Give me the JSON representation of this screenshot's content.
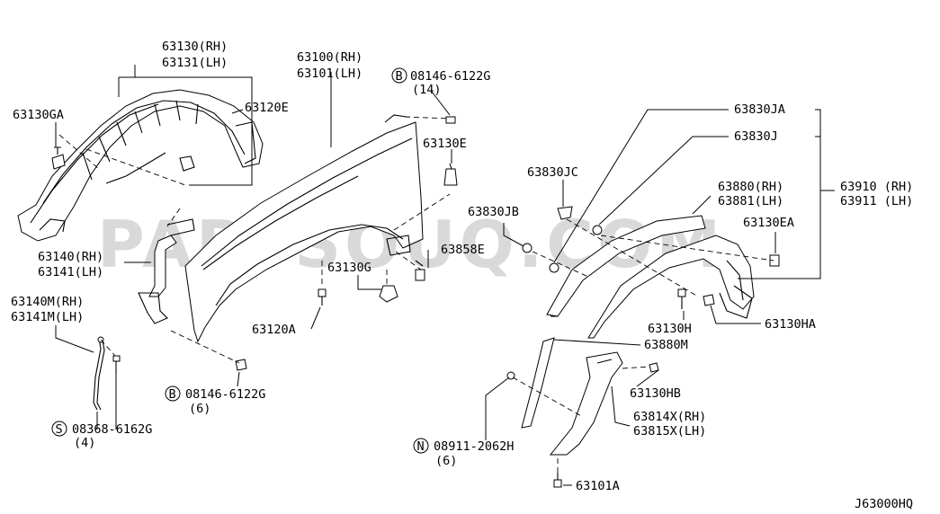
{
  "watermark": "PARTSOUQ.COM",
  "diagram_code": "J63000HQ",
  "labels": {
    "p63130": "63130(RH)",
    "p63131": "63131(LH)",
    "p63100": "63100(RH)",
    "p63101": "63101(LH)",
    "b08146_top": "08146-6122G",
    "b08146_top_qty": "(14)",
    "b_mark": "B",
    "p63120E": "63120E",
    "p63130GA": "63130GA",
    "p63130E": "63130E",
    "p63140": "63140(RH)",
    "p63141": "63141(LH)",
    "p63140M": "63140M(RH)",
    "p63141M": "63141M(LH)",
    "p63130G": "63130G",
    "p63858E": "63858E",
    "p63120A": "63120A",
    "b08146_bot": "08146-6122G",
    "b08146_bot_qty": "(6)",
    "s08368": "08368-6162G",
    "s08368_qty": "(4)",
    "s_mark": "S",
    "p63830JA": "63830JA",
    "p63830J": "63830J",
    "p63830JC": "63830JC",
    "p63830JB": "63830JB",
    "p63880": "63880(RH)",
    "p63881": "63881(LH)",
    "p63910": "63910 (RH)",
    "p63911": "63911 (LH)",
    "p63130EA": "63130EA",
    "p63130H": "63130H",
    "p63130HA": "63130HA",
    "p63880M": "63880M",
    "p63130HB": "63130HB",
    "p63814X": "63814X(RH)",
    "p63815X": "63815X(LH)",
    "n08911": "08911-2062H",
    "n08911_qty": "(6)",
    "n_mark": "N",
    "p63101A": "63101A"
  }
}
